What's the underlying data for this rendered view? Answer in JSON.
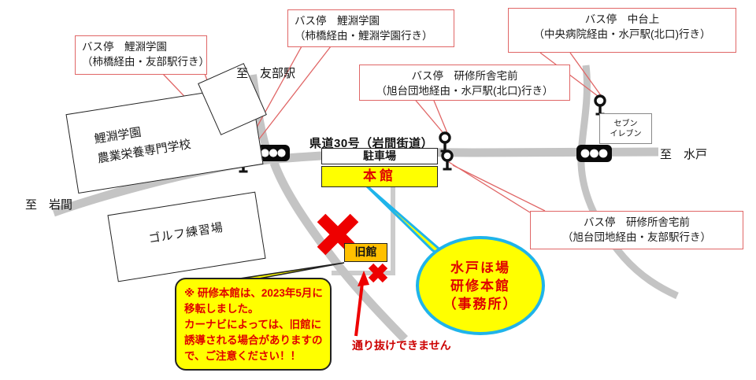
{
  "colors": {
    "callout_border": "#e06666",
    "road_gray": "#c4c4c4",
    "highlight_yellow": "#ffff00",
    "old_building_orange": "#ffc000",
    "warning_red": "#e00000",
    "office_border_cyan": "#1fb4ea"
  },
  "callouts": [
    {
      "line1": "バス停　鯉淵学園",
      "line2": "（柿橋経由・友部駅行き）"
    },
    {
      "line1": "バス停　鯉淵学園",
      "line2": "（柿橋経由・鯉淵学園行き）"
    },
    {
      "line1": "バス停　中台上",
      "line2": "（中央病院経由・水戸駅(北口)行き）"
    },
    {
      "line1": "バス停　研修所舎宅前",
      "line2": "（旭台団地経由・水戸駅(北口)行き）"
    },
    {
      "line1": "バス停　研修所舎宅前",
      "line2": "（旭台団地経由・友部駅行き）"
    }
  ],
  "directions": {
    "tomobe": "至　友部駅",
    "iwama": "至　岩間",
    "mito": "至　水戸"
  },
  "route_label": "県道30号（岩間街道）",
  "places": {
    "school_line1": "鯉淵学園",
    "school_line2": "農業栄養専門学校",
    "golf": "ゴルフ練習場",
    "seven_line1": "セブン",
    "seven_line2": "イレブン"
  },
  "facilities": {
    "parking": "駐車場",
    "main_building": "本館",
    "old_building": "旧館"
  },
  "warning": {
    "lines": [
      "※ 研修本館は、2023年5月に",
      "移転しました。",
      "カーナビによっては、旧館に",
      "誘導される場合がありますの",
      "で、ご注意ください！！"
    ]
  },
  "office": {
    "lines": [
      "水戸ほ場",
      "研修本館",
      "（事務所）"
    ]
  },
  "no_through": "通り抜けできません",
  "icons": {
    "bus_stop": "bus-stop-icon",
    "traffic_light": "traffic-light-icon",
    "blocked": "x-mark-icon",
    "arrow": "red-arrow-icon"
  }
}
